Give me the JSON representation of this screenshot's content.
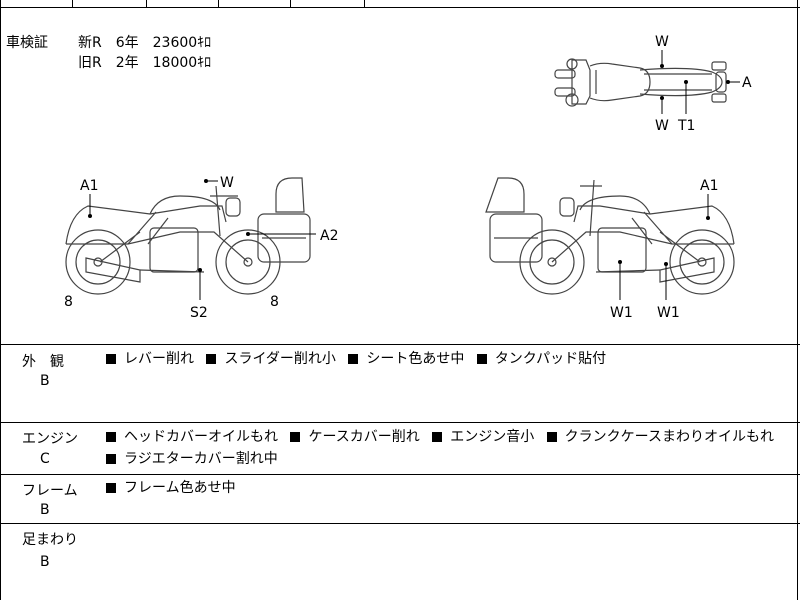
{
  "shaken": {
    "label": "車検証",
    "rows": [
      "新R　6年　23600ｷﾛ",
      "旧R　2年　18000ｷﾛ"
    ]
  },
  "diagram_labels": {
    "top_view": [
      "W",
      "A",
      "W",
      "T1"
    ],
    "left_view": [
      "A1",
      "W",
      "A2",
      "8",
      "S2",
      "8"
    ],
    "right_view": [
      "A1",
      "W1",
      "W1"
    ]
  },
  "sections": [
    {
      "title": "外　観",
      "grade": "B",
      "items": [
        "レバー削れ",
        "スライダー削れ小",
        "シート色あせ中",
        "タンクパッド貼付"
      ]
    },
    {
      "title": "エンジン",
      "grade": "C",
      "items": [
        "ヘッドカバーオイルもれ",
        "ケースカバー削れ",
        "エンジン音小",
        "クランクケースまわりオイルもれ",
        "ラジエターカバー割れ中"
      ]
    },
    {
      "title": "フレーム",
      "grade": "B",
      "items": [
        "フレーム色あせ中"
      ]
    },
    {
      "title": "足まわり",
      "grade": "B",
      "items": []
    }
  ]
}
